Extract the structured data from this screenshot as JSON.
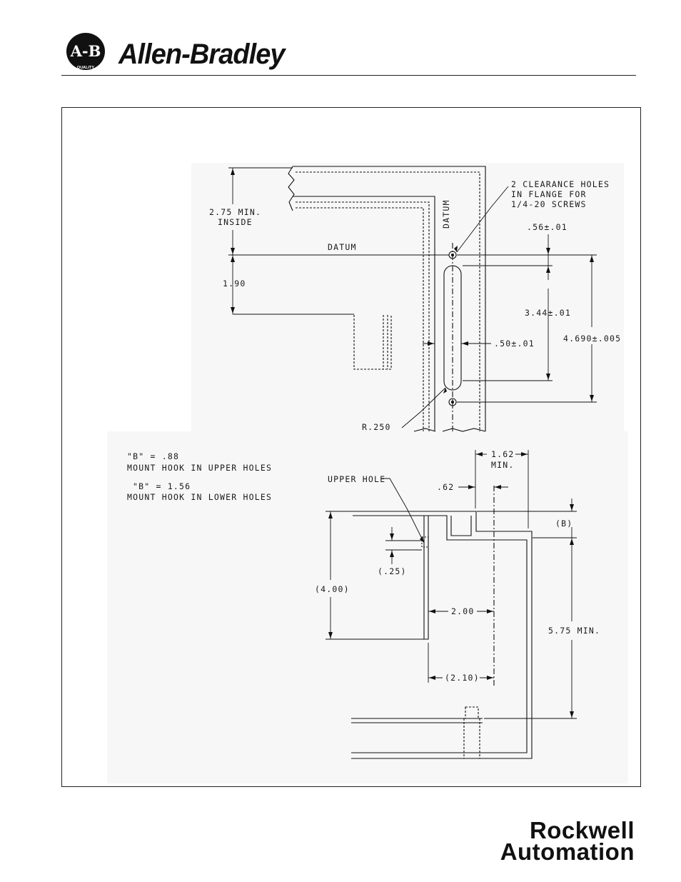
{
  "header": {
    "logo_mark": "A-B",
    "logo_sub": "QUALITY",
    "brand": "Allen-Bradley"
  },
  "drawing_top": {
    "dim_inside_value": "2.75 MIN.",
    "dim_inside_label": "INSIDE",
    "datum_h": "DATUM",
    "datum_v": "DATUM",
    "dim_190": "1.90",
    "holes_note": [
      "2 CLEARANCE HOLES",
      "IN FLANGE FOR",
      "1/4-20 SCREWS"
    ],
    "dim_056": ".56±.01",
    "dim_344": "3.44±.01",
    "dim_050": ".50±.01",
    "dim_4690": "4.690±.005",
    "radius": "R.250"
  },
  "drawing_bottom": {
    "note_b1": "\"B\" = .88",
    "note_b1_desc": "MOUNT HOOK IN UPPER HOLES",
    "note_b2": "\"B\" = 1.56",
    "note_b2_desc": "MOUNT HOOK IN LOWER HOLES",
    "upper_hole": "UPPER HOLE",
    "dim_162": "1.62",
    "dim_162_min": "MIN.",
    "dim_062": ".62",
    "dim_b": "(B)",
    "dim_025": "(.25)",
    "dim_400": "(4.00)",
    "dim_200": "2.00",
    "dim_575": "5.75 MIN.",
    "dim_210": "(2.10)"
  },
  "footer": {
    "line1": "Rockwell",
    "line2": "Automation"
  }
}
